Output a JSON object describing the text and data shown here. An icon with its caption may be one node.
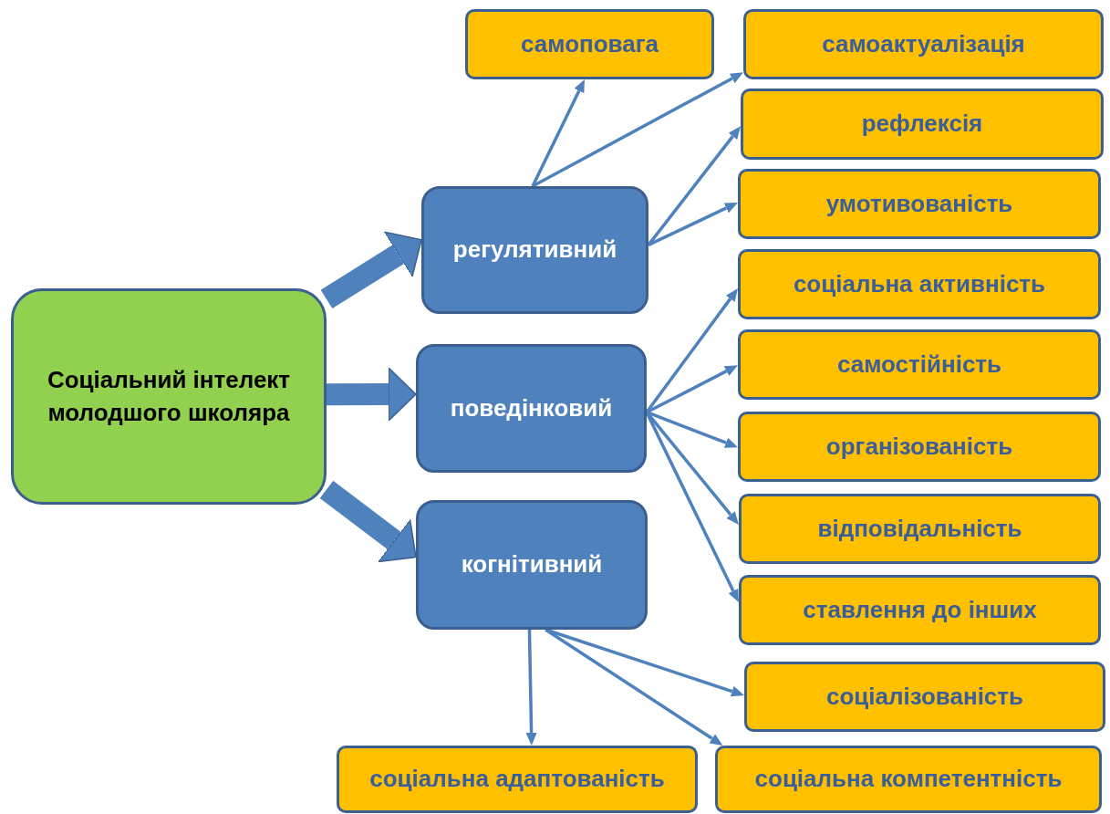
{
  "diagram": {
    "nodes": [
      {
        "text": [
          "Соціальний інтелект молодшого школяра"
        ]
      },
      {
        "text": [
          "регулятивний"
        ]
      },
      {
        "text": [
          "поведінковий"
        ]
      },
      {
        "text": [
          "когнітивний"
        ]
      },
      {
        "text": [
          "самоповага"
        ]
      },
      {
        "text": [
          "самоактуалізація"
        ]
      },
      {
        "text": [
          "рефлексія"
        ]
      },
      {
        "text": [
          "умотивованість"
        ]
      },
      {
        "text": [
          "соціальна активність"
        ]
      },
      {
        "text": [
          "самостійність"
        ]
      },
      {
        "text": [
          "організованість"
        ]
      },
      {
        "text": [
          "відповідальність"
        ]
      },
      {
        "text": [
          "ставлення до інших"
        ]
      },
      {
        "text": [
          "соціалізованість"
        ]
      },
      {
        "text": [
          "соціальна адаптованість"
        ]
      },
      {
        "text": [
          "соціальна компетентність"
        ]
      }
    ],
    "edges": [
      {
        "from": 0,
        "to": 1,
        "arrow": "to",
        "style": "thick"
      },
      {
        "from": 0,
        "to": 2,
        "arrow": "to",
        "style": "thick"
      },
      {
        "from": 0,
        "to": 3,
        "arrow": "to",
        "style": "thick"
      },
      {
        "from": 1,
        "to": 4,
        "arrow": "to"
      },
      {
        "from": 1,
        "to": 5,
        "arrow": "to"
      },
      {
        "from": 1,
        "to": 6,
        "arrow": "to"
      },
      {
        "from": 1,
        "to": 7,
        "arrow": "to"
      },
      {
        "from": 2,
        "to": 8,
        "arrow": "to"
      },
      {
        "from": 2,
        "to": 9,
        "arrow": "to"
      },
      {
        "from": 2,
        "to": 10,
        "arrow": "to"
      },
      {
        "from": 2,
        "to": 11,
        "arrow": "to"
      },
      {
        "from": 2,
        "to": 12,
        "arrow": "to"
      },
      {
        "from": 3,
        "to": 14,
        "arrow": "to"
      },
      {
        "from": 3,
        "to": 13,
        "arrow": "to"
      },
      {
        "from": 3,
        "to": 15,
        "arrow": "to"
      }
    ]
  }
}
